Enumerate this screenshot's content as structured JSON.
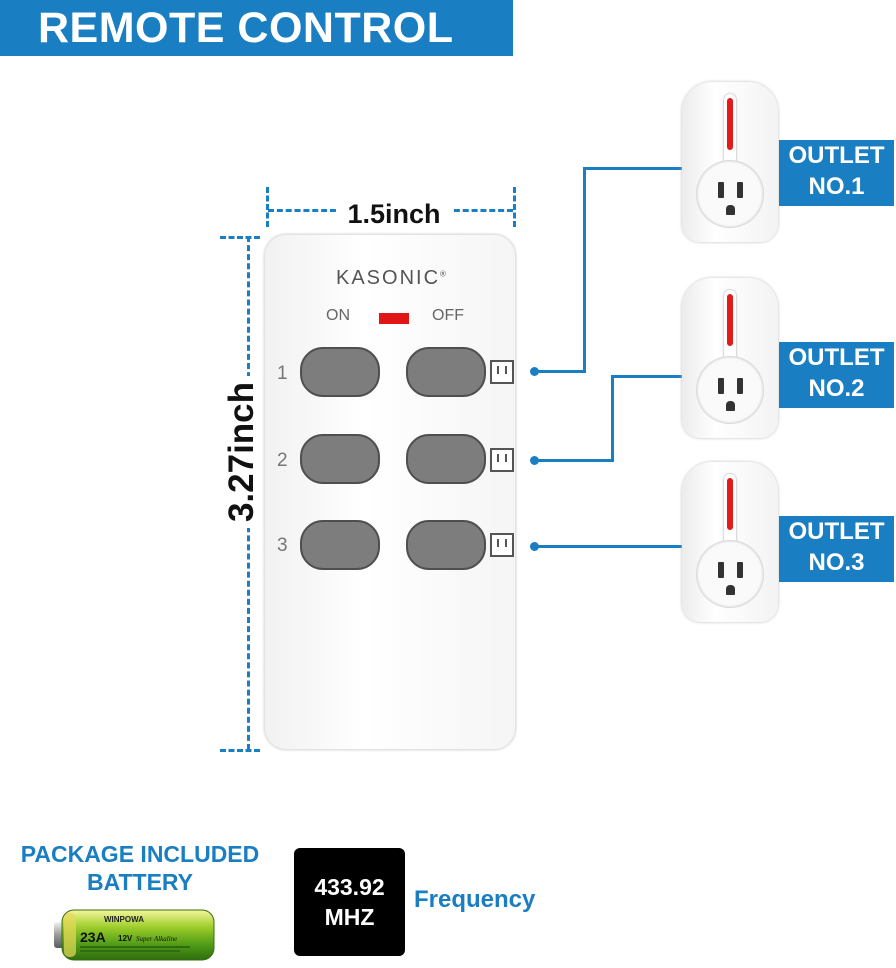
{
  "banner": {
    "title": "REMOTE CONTROL"
  },
  "dimensions": {
    "width_label": "1.5inch",
    "height_label": "3.27inch"
  },
  "remote": {
    "brand": "KASONIC",
    "on_label": "ON",
    "off_label": "OFF",
    "rows": [
      {
        "number": "1"
      },
      {
        "number": "2"
      },
      {
        "number": "3"
      }
    ]
  },
  "outlets": [
    {
      "line1": "OUTLET",
      "line2": "NO.1"
    },
    {
      "line1": "OUTLET",
      "line2": "NO.2"
    },
    {
      "line1": "OUTLET",
      "line2": "NO.3"
    }
  ],
  "package": {
    "line1": "PACKAGE INCLUDED",
    "line2": "BATTERY"
  },
  "battery": {
    "brand": "WINPOWA",
    "model": "23A",
    "voltage": "12V",
    "type": "Super Alkaline"
  },
  "frequency": {
    "value": "433.92",
    "unit": "MHZ",
    "label": "Frequency"
  },
  "colors": {
    "accent": "#1a7ec2",
    "led": "#e01616",
    "button": "#7d7d7d"
  }
}
